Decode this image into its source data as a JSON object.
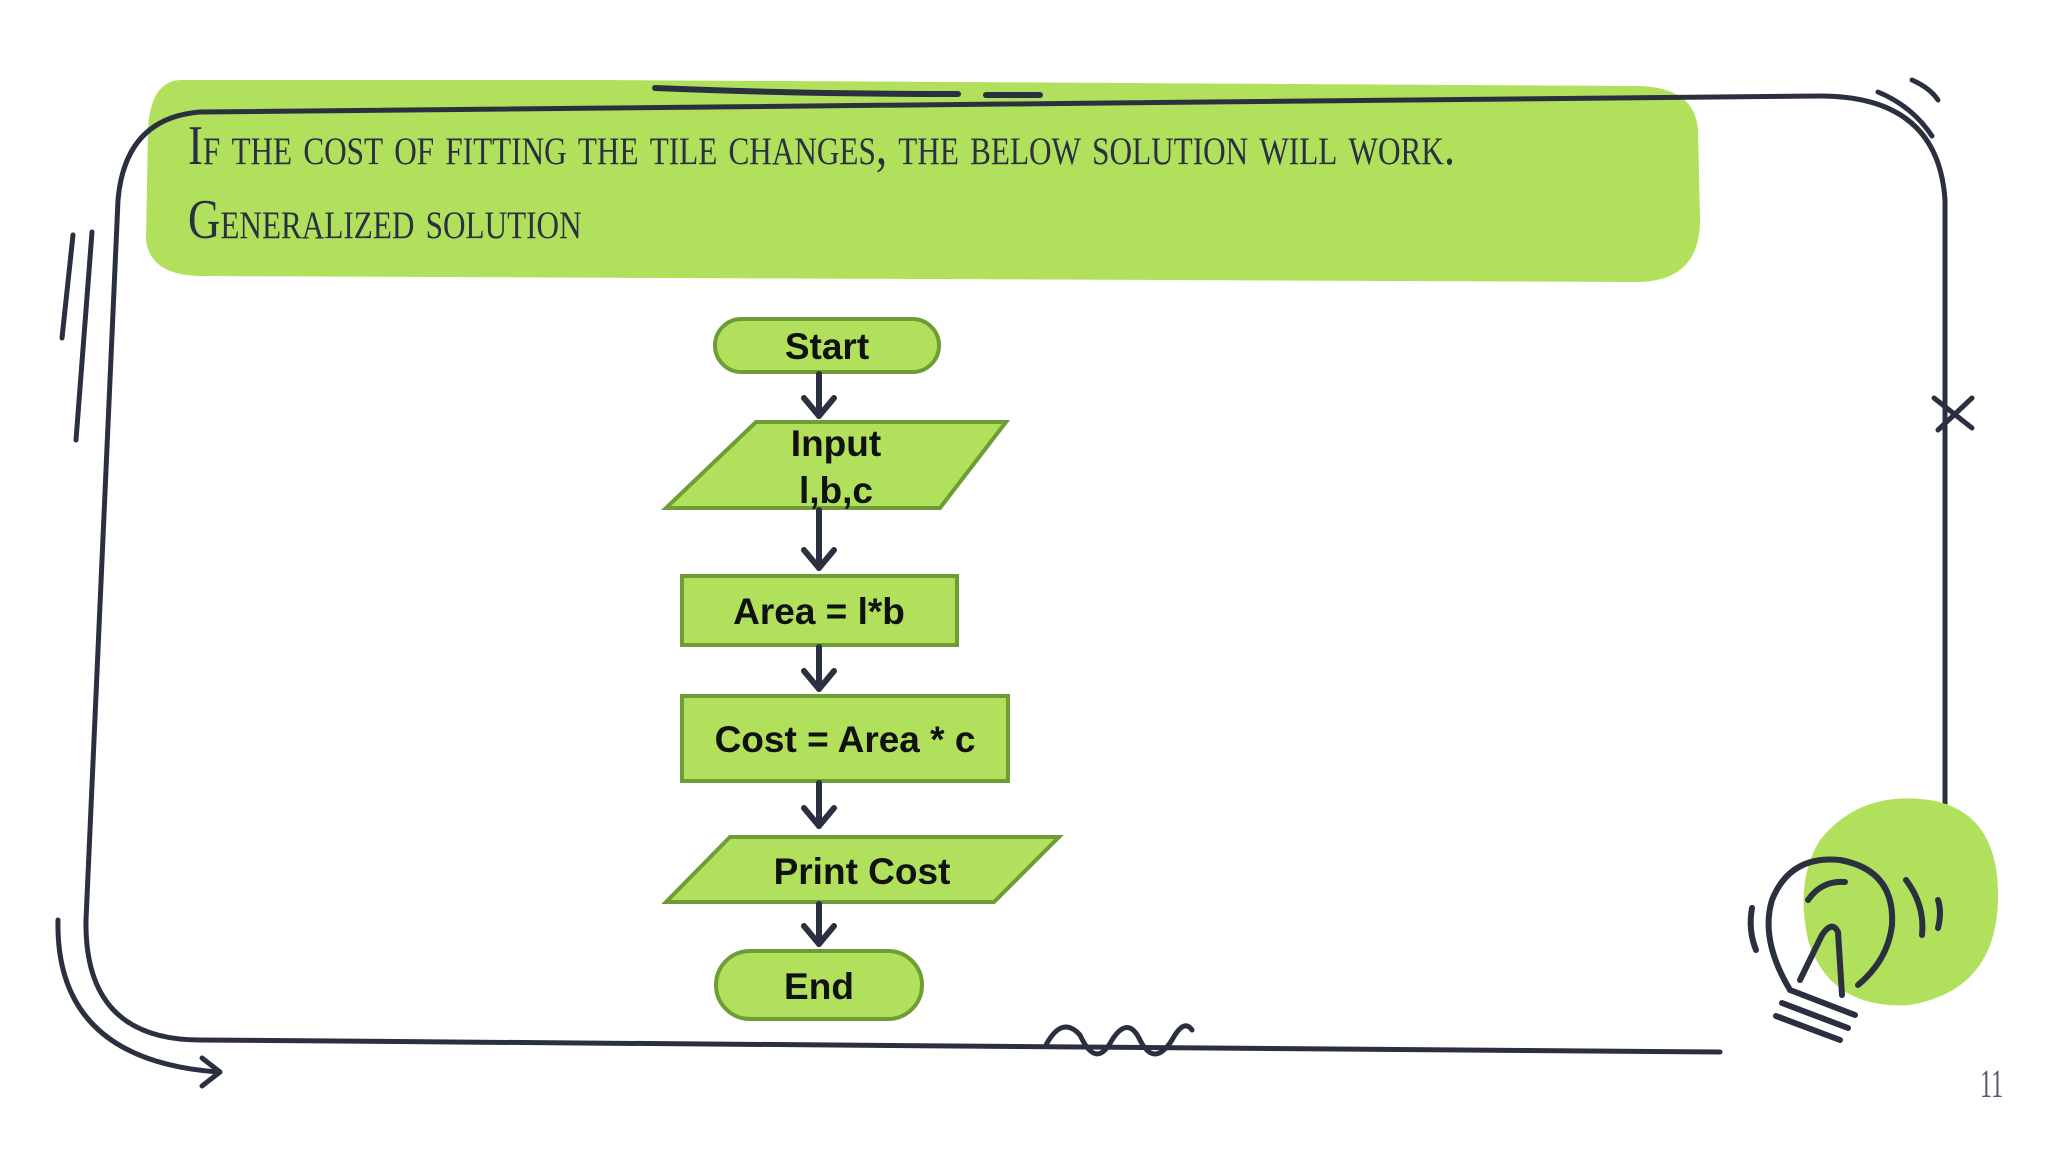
{
  "slide": {
    "title_line_1": "If the cost of fitting the tile changes, the below solution will work.",
    "title_line_2": "Generalized solution",
    "page_number": "11"
  },
  "flowchart": {
    "start": "Start",
    "input_line_1": "Input",
    "input_line_2": "l,b,c",
    "area": "Area = l*b",
    "cost": "Cost = Area * c",
    "print": "Print Cost",
    "end": "End"
  },
  "colors": {
    "accent_green": "#b0e05c",
    "shape_border": "#6f9d35",
    "ink": "#2b3040"
  },
  "icons": [
    "lightbulb-icon",
    "arrow-icon",
    "squiggle-icon",
    "cross-mark-icon"
  ]
}
